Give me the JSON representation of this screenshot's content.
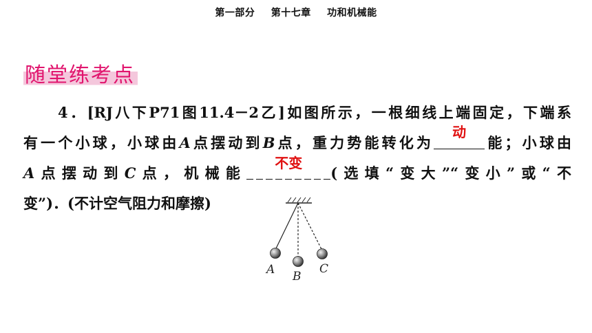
{
  "header": {
    "part": "第一部分",
    "chapter": "第十七章",
    "chapter_title": "功和机械能"
  },
  "section_title": "随堂练考点",
  "question": {
    "number": "4．",
    "line1": "[RJ八下P71图11.4－2乙]如图所示，一根细线上端固定，下端系",
    "line2_a": "有一个小球，小球由",
    "line2_A": "A",
    "line2_b": "点摆动到",
    "line2_B": "B",
    "line2_c": "点，重力势能转化为",
    "line2_d": "能；小球由",
    "line3_A": "A",
    "line3_a": "点摆动到",
    "line3_C": "C",
    "line3_b": "点，机械能",
    "line3_c": "(选填“变大”“变小”或“不",
    "line4": "变”)．(不计空气阻力和摩擦)",
    "answer1": "动",
    "answer2": "不变"
  },
  "figure": {
    "labels": [
      "A",
      "B",
      "C"
    ]
  },
  "colors": {
    "title": "#e1156e",
    "title_highlight": "#f4c7dc",
    "answer": "#e01010"
  }
}
